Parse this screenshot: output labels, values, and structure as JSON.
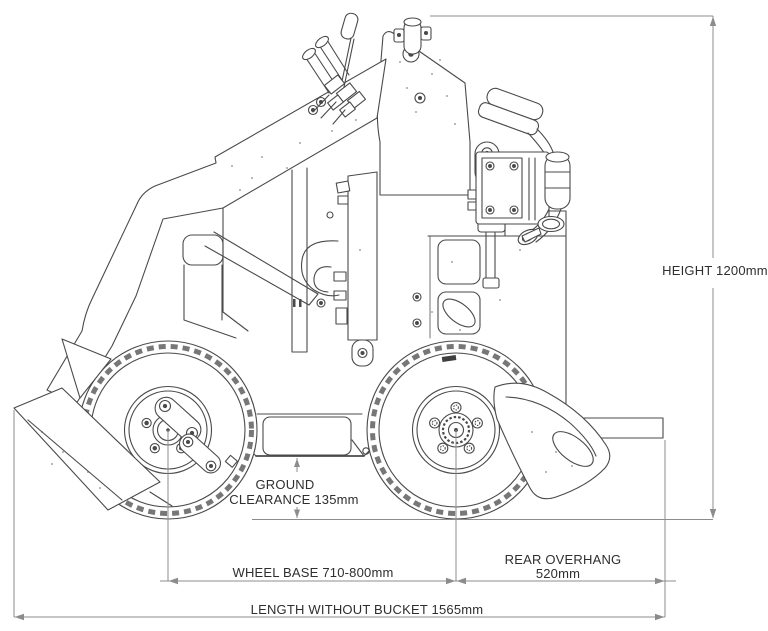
{
  "figure": {
    "description": "Side-view technical line drawing of a mini skid-steer loader with dimension callouts"
  },
  "dimension_labels": {
    "height": "HEIGHT 1200mm",
    "ground_clearance_line1": "GROUND",
    "ground_clearance_line2": "CLEARANCE 135mm",
    "wheel_base": "WHEEL BASE 710-800mm",
    "rear_overhang_line1": "REAR OVERHANG",
    "rear_overhang_line2": "520mm",
    "length_without_bucket": "LENGTH WITHOUT BUCKET 1565mm"
  },
  "measurements": {
    "height_mm": 1200,
    "ground_clearance_mm": 135,
    "wheel_base_mm_min": 710,
    "wheel_base_mm_max": 800,
    "rear_overhang_mm": 520,
    "length_without_bucket_mm": 1565
  },
  "colors": {
    "background": "#ffffff",
    "drawing_line": "#4a4a4a",
    "dimension_line": "#8c8c8c",
    "label_text": "#2e2e2e"
  }
}
